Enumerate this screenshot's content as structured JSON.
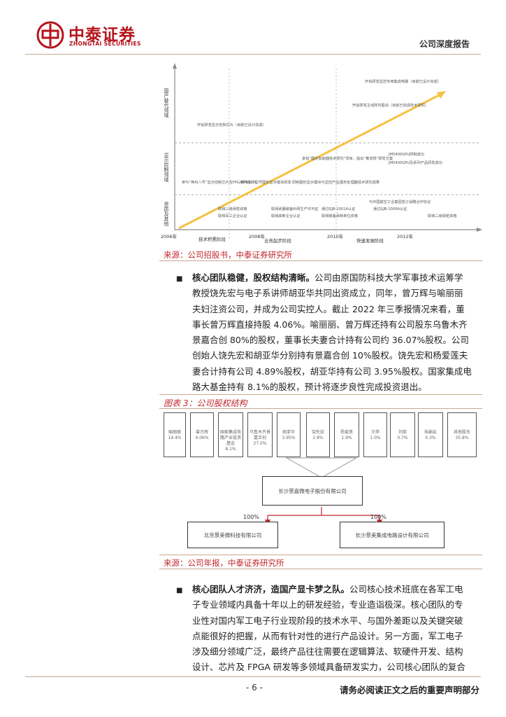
{
  "header": {
    "company_cn": "中泰证券",
    "company_en": "ZHONGTAI SECURITIES",
    "report_type": "公司深度报告",
    "brand_color": "#b5131b"
  },
  "figure1": {
    "y_labels": [
      "国产替代领域",
      "显示控制领域",
      "资质及其他"
    ],
    "years": [
      "2006年",
      "2008年",
      "2010年",
      "2012年"
    ],
    "stages": [
      "技术积累阶段",
      "业务起步阶段",
      "快速发展阶段"
    ],
    "milestones": [
      "开始研发显控专用集成电路（目前已设计完成）",
      "开始研发主动阵列驱动（目前已完成技术研究）",
      "开始研发显示控制芯片（目前已设计完成）",
      "参与“神舟八号”显示控制芯片及FPGA研制设计",
      "参与多个型号图形显示模块研发",
      "研制图形显示模块与显控产品",
      "承担“图形加速器技术研究”项目，提出“推流阵”研发方案",
      "图形处理器技术研究成果",
      "JM5400GPU研制成功",
      "JM5400GPU及系列产品研发成功",
      "取得三级保密资格",
      "取得军工企业认证",
      "取得武器装备科研生产许可证",
      "取得高新企业认证",
      "通过GJB-2001A认证",
      "取得装备承制单位资格",
      "通过GJB-2000A认证",
      "与中国航空工业集团签订战略合作协议",
      "取得二级保密资格"
    ]
  },
  "source1": "来源：公司招股书，中泰证券研究所",
  "para1": {
    "bold": "核心团队稳健，股权结构清晰。",
    "lines": [
      "公司由原国防科技大学军事技术运筹学",
      "教授饶先宏与电子系讲师胡亚华共同出资成立，同年，曾万辉与喻丽丽",
      "夫妇注资公司，并成为公司实控人。截止 2022 年三季报情况来看，董",
      "事长曾万辉直接持股 4.06%。喻丽丽、曾万辉还持有公司股东乌鲁木齐",
      "景嘉合创 80%的股权，董事长夫妻合计持有公司约 36.07%股权。公司",
      "创始人饶先宏和胡亚华分别持有景嘉合创 10%股权。饶先宏和杨爱莲夫",
      "妻合计持有公司 4.89%股权，胡亚华持有公司 3.95%股权。国家集成电",
      "路大基金持有 8.1%的股权，预计将逐步良性完成投资退出。"
    ]
  },
  "figure3": {
    "title": "图表 3：公司股权结构",
    "shareholders": [
      {
        "name": "喻丽丽",
        "pct": "14.4%"
      },
      {
        "name": "曾万辉",
        "pct": "4.06%"
      },
      {
        "name": "国家集成电路产业投资基金",
        "pct": "8.1%"
      },
      {
        "name": "乌鲁木齐景嘉合创",
        "pct": "27.0%"
      },
      {
        "name": "胡亚华",
        "pct": "3.95%"
      },
      {
        "name": "饶先宏",
        "pct": "2.8%"
      },
      {
        "name": "杨爱莲",
        "pct": "1.9%"
      },
      {
        "name": "王萍",
        "pct": "1.0%"
      },
      {
        "name": "刘奕",
        "pct": "0.7%"
      },
      {
        "name": "朱嗣友",
        "pct": "0.3%"
      },
      {
        "name": "其他股东",
        "pct": "35.8%"
      }
    ],
    "main_company": "长沙景嘉微电子股份有限公司",
    "subsidiaries": [
      {
        "name": "北京景美微科技有限公司",
        "pct": "100%"
      },
      {
        "name": "长沙景美集成电路设计有限公司",
        "pct": "100%"
      }
    ]
  },
  "source2": "来源：公司年报，中泰证券研究所",
  "para2": {
    "bold": "核心团队人才济济，造国产显卡梦之队。",
    "lines": [
      "公司核心技术班底在各军工电",
      "子专业领域内具备十年以上的研发经验，专业造诣极深。核心团队的专",
      "业性对国内军工电子行业现阶段的技术水平、与国外差距以及关键突破",
      "点能很好的把握，从而有针对性的进行产品设计。另一方面，军工电子",
      "涉及细分领域广泛，最终产品往往需要在逻辑算法、软硬件开发、结构",
      "设计、芯片及 FPGA 研发等多领域具备研发实力，公司核心团队的复合"
    ]
  },
  "footer": {
    "page": "- 6 -",
    "disclaimer": "请务必阅读正文之后的重要声明部分"
  }
}
